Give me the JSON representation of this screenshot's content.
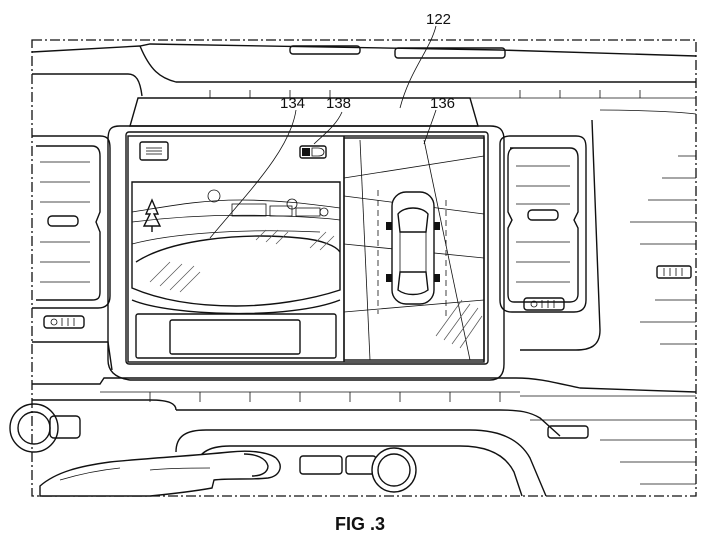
{
  "figure_caption": "FIG .3",
  "reference_numerals": {
    "dashboard": "122",
    "front_camera_view": "134",
    "view_toggle_icon": "138",
    "overhead_view": "136"
  },
  "icons": {
    "menu": "menu-icon",
    "camera_toggle": "camera-toggle-icon",
    "vehicle": "vehicle-top-icon"
  },
  "colors": {
    "line": "#111111",
    "background": "#ffffff"
  }
}
